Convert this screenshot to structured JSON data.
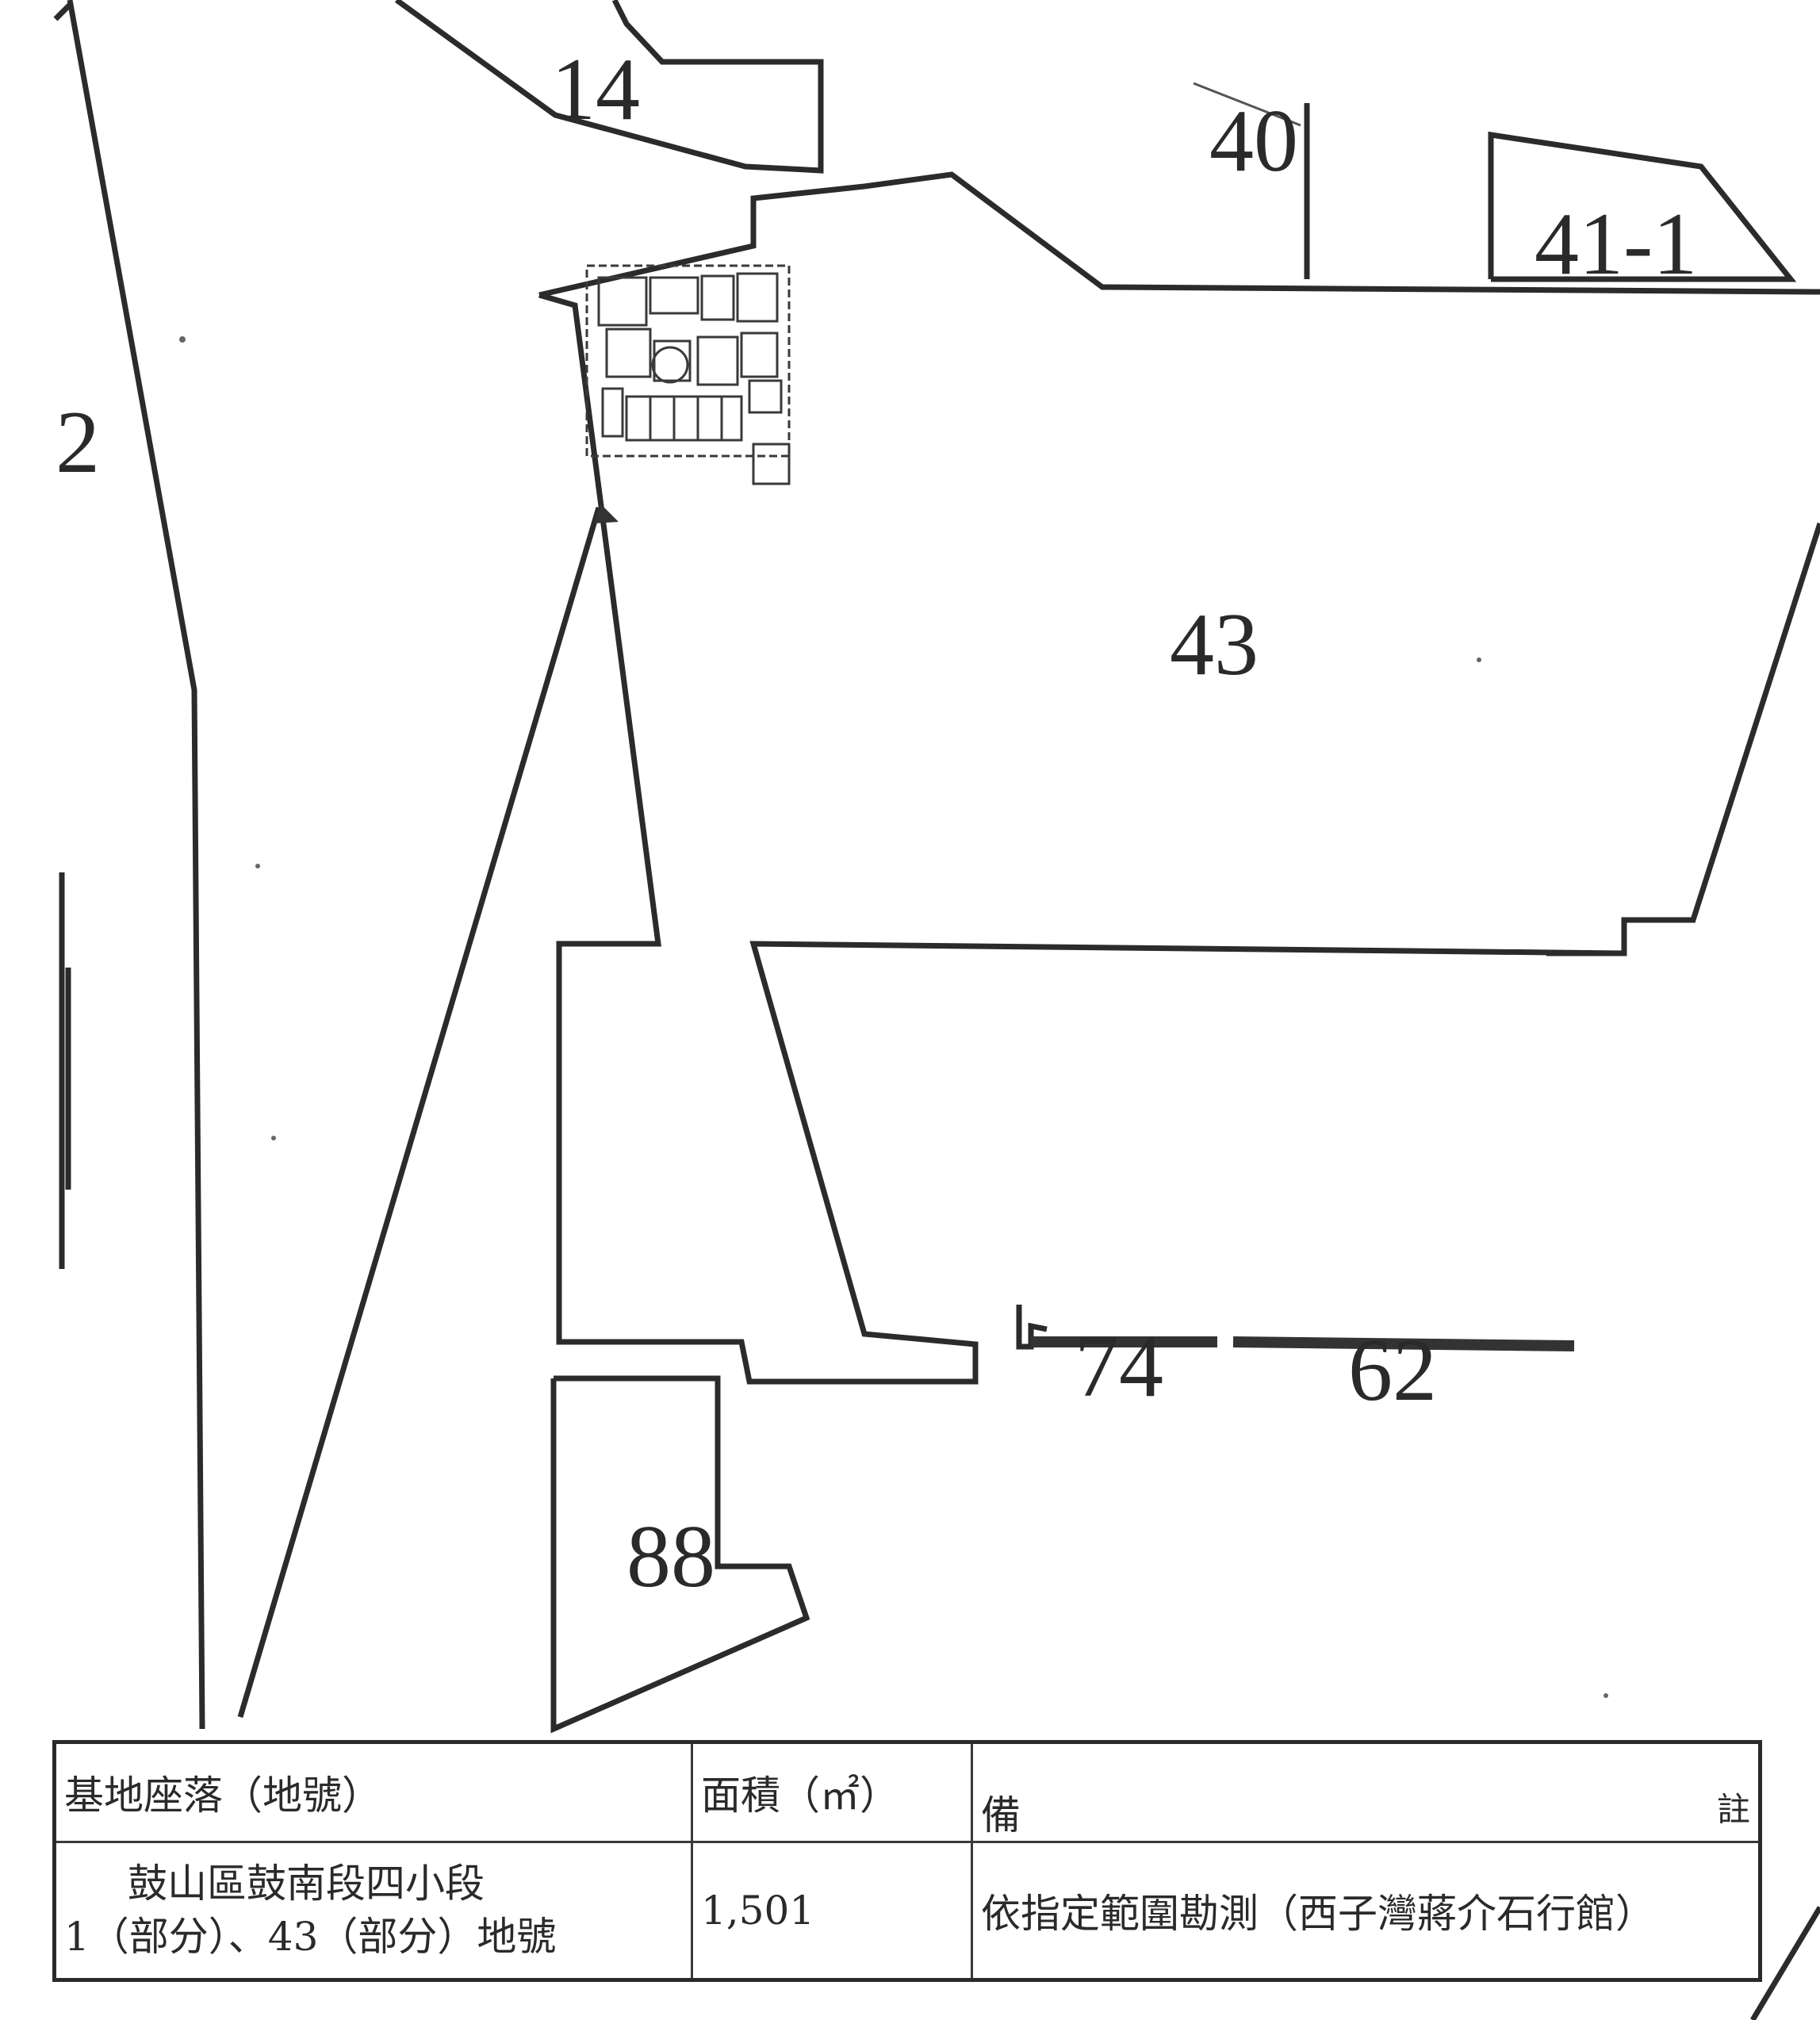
{
  "parcels": {
    "p14": "14",
    "p40": "40",
    "p41_1": "41-1",
    "p2": "2",
    "p43": "43",
    "p74": "74",
    "p62": "62",
    "p88": "88"
  },
  "table": {
    "header_location": "基地座落（地號）",
    "header_area": "面積（㎡）",
    "header_remark_1": "備",
    "header_remark_2": "註",
    "location_line1": "鼓山區鼓南段四小段",
    "location_line2": "1（部分）、43（部分）地號",
    "area_value": "1,501",
    "remark_value": "依指定範圍勘測（西子灣蔣介石行館）"
  }
}
